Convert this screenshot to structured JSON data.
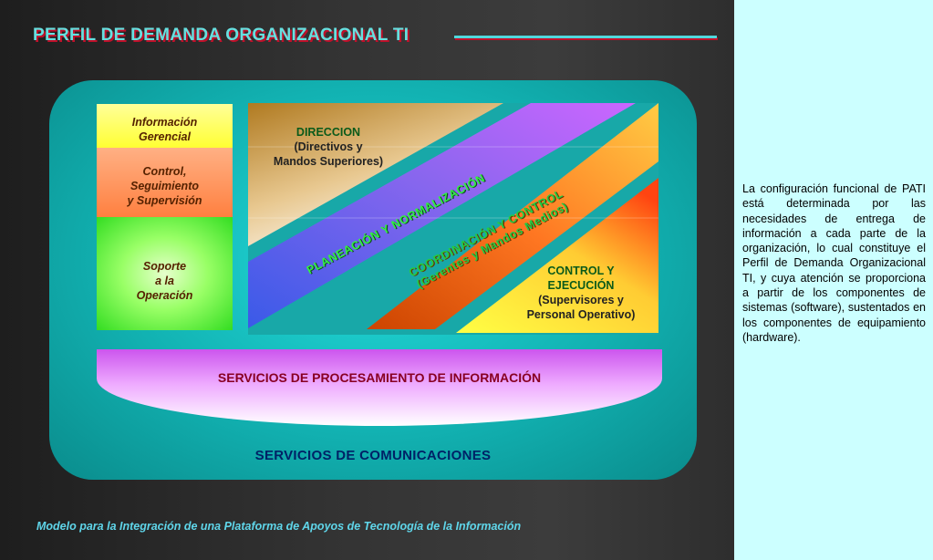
{
  "slide": {
    "title": "PERFIL DE DEMANDA ORGANIZACIONAL TI",
    "footer": "Modelo para la Integración de una Plataforma de Apoyos de Tecnología de la Información"
  },
  "diagram": {
    "left_levels": {
      "info": [
        "Información",
        "Gerencial"
      ],
      "control": [
        "Control,",
        "Seguimiento",
        "y Supervisión"
      ],
      "soporte": [
        "Soporte",
        "a la",
        "Operación"
      ]
    },
    "direccion": {
      "heading": "DIRECCION",
      "detail": [
        "(Directivos y",
        "Mandos Superiores)"
      ]
    },
    "planeacion": "PLANEACIÓN Y NORMALIZACIÓN",
    "coordinacion": {
      "heading": "COORDINACIÓN Y CONTROL",
      "detail": "(Gerentes y Mandos Medios)"
    },
    "control_ejecucion": {
      "heading": [
        "CONTROL Y",
        "EJECUCIÓN"
      ],
      "detail": [
        "(Supervisores y",
        "Personal Operativo)"
      ]
    },
    "procesamiento": "SERVICIOS DE PROCESAMIENTO DE INFORMACIÓN",
    "comunicaciones": "SERVICIOS DE COMUNICACIONES"
  },
  "sidebar": {
    "text": "La configuración funcional de PATI está determinada por las necesidades de entrega de información a cada parte de la organización, lo cual constituye el Perfil de Demanda Organizacional TI, y cuya atención se proporciona a partir de los componentes de sistemas (software), sustentados en los componentes de equipamiento (hardware)."
  }
}
